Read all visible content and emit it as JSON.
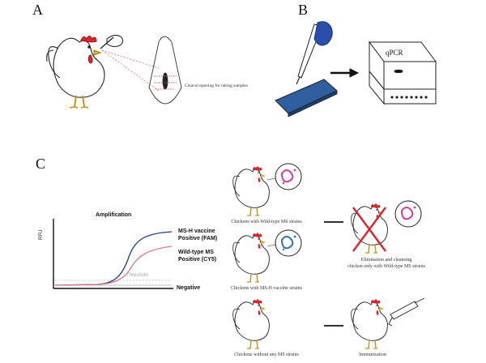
{
  "panels": {
    "a": {
      "letter": "A",
      "cloacal_label": "Cloacal opening for taking samples"
    },
    "b": {
      "letter": "B",
      "device_label": "qPCR"
    },
    "c": {
      "letter": "C",
      "chart_title": "Amplification",
      "y_axis_label": "RFU",
      "series": [
        {
          "name_line1": "MS-H vaccine",
          "name_line2": "Positive (FAM)",
          "color": "#1f3a93"
        },
        {
          "name_line1": "Wild-type MS",
          "name_line2": "Positive (CY5)",
          "color": "#e07a8a"
        }
      ],
      "threshold_label": "Threshold",
      "negative_label": "Negative",
      "captions": {
        "wild_type": "Chickens with Wild-type MS strains",
        "msh": "Chickens with MS-H vaccine strains",
        "none": "Chickens without any MS strains",
        "elimination_line1": "Elimination and cleansing",
        "elimination_line2": "chicken only with Wild-type MS strains",
        "immunization": "Immunization"
      }
    }
  },
  "colors": {
    "comb": "#e0262e",
    "beak": "#e8b230",
    "plate": "#2f5f9e",
    "glove": "#2b4fa8",
    "pink_bacteria": "#d83a9a",
    "blue_bacteria": "#2e6fb8"
  },
  "chart_data": {
    "type": "line",
    "title": "Amplification",
    "ylabel": "RFU",
    "xlabel": "",
    "series": [
      {
        "name": "MS-H vaccine Positive (FAM)",
        "color": "#1f3a93"
      },
      {
        "name": "Wild-type MS Positive (CY5)",
        "color": "#e07a8a"
      }
    ],
    "annotations": [
      "Threshold",
      "Negative"
    ]
  }
}
